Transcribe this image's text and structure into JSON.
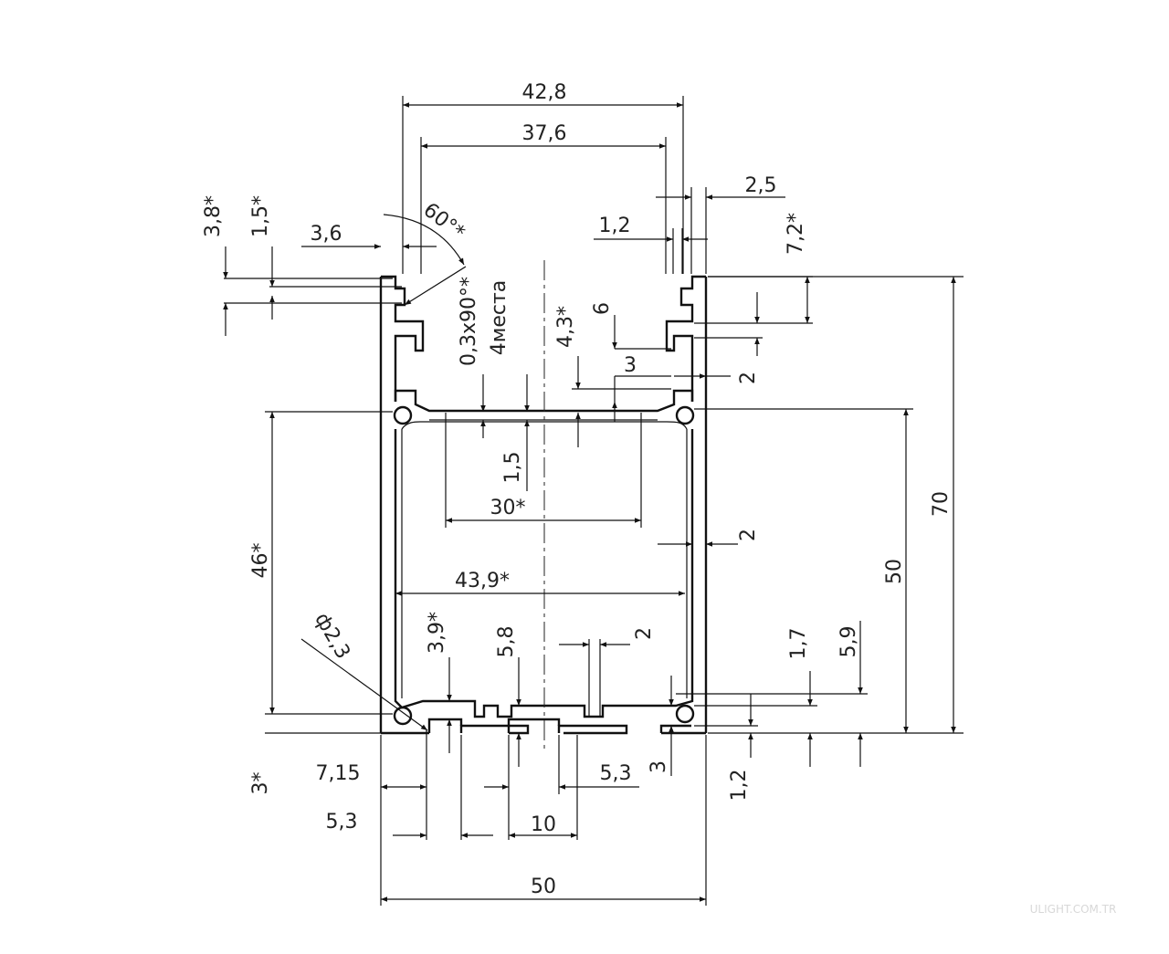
{
  "dims": {
    "d_42_8": "42,8",
    "d_37_6": "37,6",
    "d_2_5": "2,5",
    "d_3_8": "3,8*",
    "d_1_5_top": "1,5*",
    "d_3_6": "3,6",
    "d_60": "60°*",
    "d_chamfer": "0,3x90°*",
    "d_4_places": "4места",
    "d_1_2_top": "1,2",
    "d_7_2": "7,2*",
    "d_4_3": "4,3*",
    "d_6": "6",
    "d_3_top": "3",
    "d_2_top": "2",
    "d_1_5_mid": "1,5",
    "d_30": "30*",
    "d_2_mid": "2",
    "d_46": "46*",
    "d_43_9": "43,9*",
    "d_50_right": "50",
    "d_70": "70",
    "d_phi": "ф2,3",
    "d_3_9": "3,9*",
    "d_5_8": "5,8",
    "d_2_bot": "2",
    "d_1_7": "1,7",
    "d_5_9": "5,9",
    "d_3_left": "3*",
    "d_7_15": "7,15",
    "d_5_3_left": "5,3",
    "d_5_3_right": "5,3",
    "d_3_bot": "3",
    "d_1_2_bot": "1,2",
    "d_10": "10",
    "d_50_bottom": "50"
  },
  "watermark": "ULIGHT.COM.TR"
}
